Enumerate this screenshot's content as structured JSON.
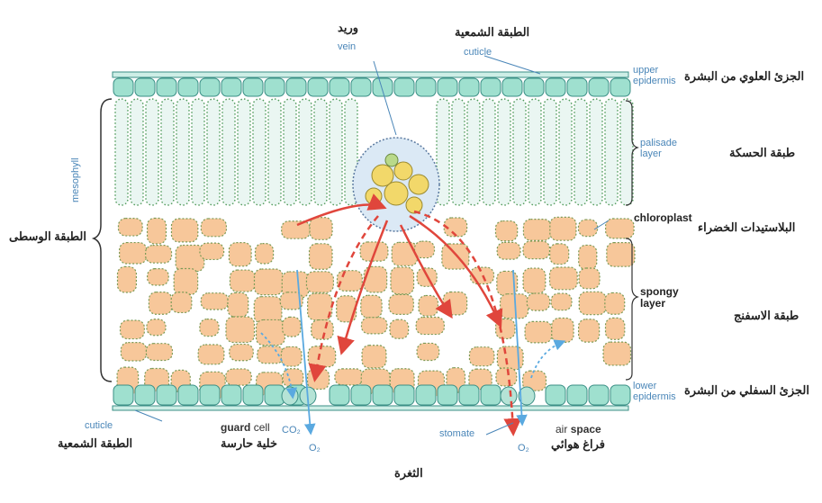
{
  "labels": {
    "vein_ar": "وريد",
    "vein_en": "vein",
    "cuticle_top_ar": "الطبقة الشمعية",
    "cuticle_top_en": "cuticle",
    "upper_epidermis_en": "upper epidermis",
    "upper_epidermis_ar": "الجزئ العلوي من البشرة",
    "palisade_en": "palisade layer",
    "palisade_ar": "طبقة الحسكة",
    "chloroplast_en": "chloroplast",
    "chloroplast_ar": "البلاستيدات الخضراء",
    "spongy_en": "spongy layer",
    "spongy_ar": "طبقة الاسفنج",
    "lower_epidermis_en": "lower epidermis",
    "lower_epidermis_ar": "الجزئ السفلي من البشرة",
    "mesophyll_en": "mesophyll",
    "mesophyll_ar": "الطبقة الوسطى",
    "cuticle_bottom_en": "cuticle",
    "cuticle_bottom_ar": "الطبقة الشمعية",
    "guard_cell_en_bold": "guard",
    "guard_cell_en": "cell",
    "guard_cell_ar": "خلية حارسة",
    "co2": "CO₂",
    "o2_left": "O₂",
    "stomate_en": "stomate",
    "o2_right": "O₂",
    "air_space_en_a": "air",
    "air_space_en_b": "space",
    "air_space_ar": "فراغ هوائي",
    "stomate_ar": "الثغرة"
  },
  "colors": {
    "epidermis": "#9fe0cf",
    "epidermis_stroke": "#3b8f86",
    "palisade": "#eaf6f2",
    "palisade_dots": "#4f9a5a",
    "spongy": "#f7c79a",
    "spongy_stroke": "#7b9a55",
    "arrow_red": "#e0463c",
    "arrow_blue": "#5aa9e0",
    "label_blue": "#4a86b8"
  }
}
